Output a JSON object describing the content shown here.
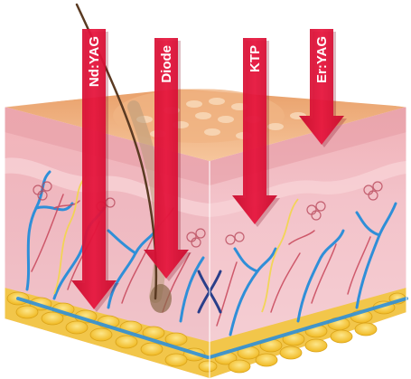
{
  "lasers": [
    {
      "label": "Nd:YAG",
      "depth": "deepest",
      "color": "#e2123a"
    },
    {
      "label": "Diode",
      "depth": "deep",
      "color": "#e2123a"
    },
    {
      "label": "KTP",
      "depth": "medium",
      "color": "#e2123a"
    },
    {
      "label": "Er:YAG",
      "depth": "superficial",
      "color": "#e2123a"
    }
  ],
  "colors": {
    "epidermis": "#f4b98e",
    "epidermis_dark": "#d98a55",
    "dermis": "#f2c4c9",
    "dermis_front": "#efb7bf",
    "fat": "#f5c842",
    "vessel_blue": "#2f8fd8",
    "vessel_red": "#c8465a",
    "hair": "#5a3a22",
    "arrow": "#e2123a"
  }
}
